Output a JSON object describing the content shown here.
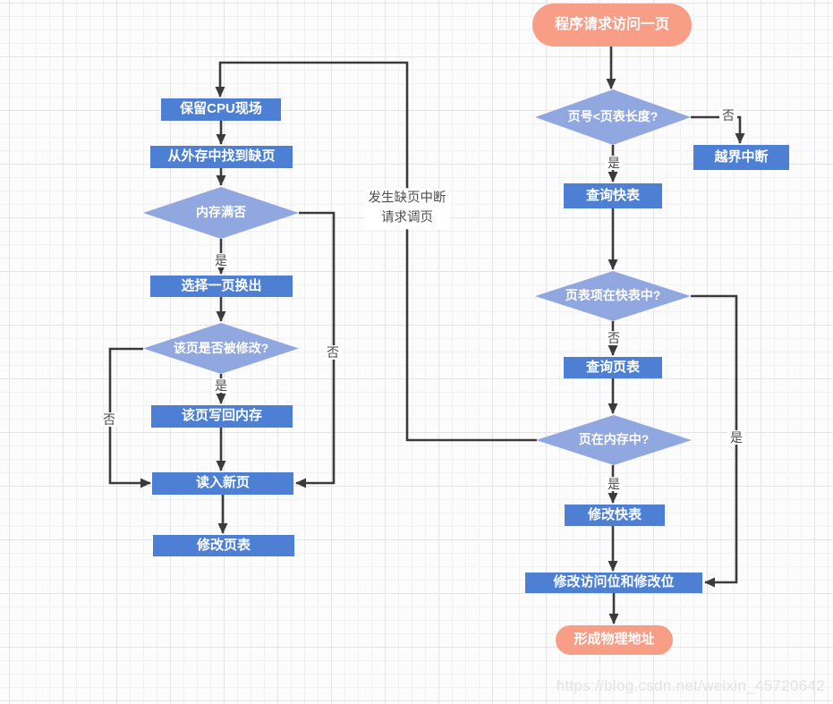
{
  "colors": {
    "process_fill": "#4d80d5",
    "decision_fill": "#91a7e0",
    "terminal_fill": "#f89e87",
    "wire": "#3b3b3d",
    "label_text": "#4b4b4b",
    "grid_minor": "#f1f1f4",
    "grid_major": "#e4e4e8",
    "watermark_text": "#e3e3e6"
  },
  "nodes": {
    "start": "程序请求访问一页",
    "page_no_check": "页号<页表长度?",
    "out_of_bounds": "越界中断",
    "query_tlb": "查询快表",
    "tlb_check": "页表项在快表中?",
    "query_page_table": "查询页表",
    "in_memory_check": "页在内存中?",
    "update_tlb": "修改快表",
    "update_bits": "修改访问位和修改位",
    "form_physical_address": "形成物理地址",
    "save_cpu": "保留CPU现场",
    "find_missing_page": "从外存中找到缺页",
    "memory_full_check": "内存满否",
    "select_page_out": "选择一页换出",
    "page_modified_check": "该页是否被修改?",
    "write_page_back": "该页写回内存",
    "read_new_page": "读入新页",
    "update_page_table": "修改页表"
  },
  "edge_labels": {
    "len_yes": "是",
    "len_no": "否",
    "tlb_no": "否",
    "tlb_yes": "是",
    "memory_yes": "是",
    "full_yes": "是",
    "full_no": "否",
    "modified_yes": "是",
    "modified_no": "否"
  },
  "annotation": {
    "line1": "发生缺页中断",
    "line2": "请求调页"
  },
  "watermark": "https://blog.csdn.net/weixin_45720642"
}
